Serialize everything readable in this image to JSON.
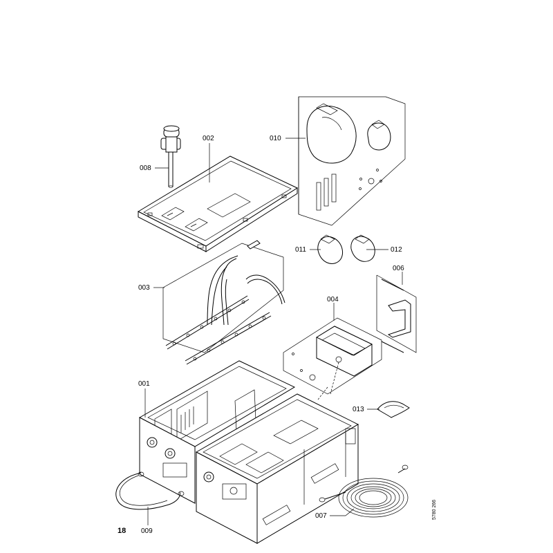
{
  "diagram": {
    "page_number": "18",
    "document_code": "5780 266",
    "parts": [
      {
        "id": "001"
      },
      {
        "id": "002"
      },
      {
        "id": "003"
      },
      {
        "id": "004"
      },
      {
        "id": "006"
      },
      {
        "id": "007"
      },
      {
        "id": "008"
      },
      {
        "id": "009"
      },
      {
        "id": "010"
      },
      {
        "id": "011"
      },
      {
        "id": "012"
      },
      {
        "id": "013"
      }
    ]
  }
}
